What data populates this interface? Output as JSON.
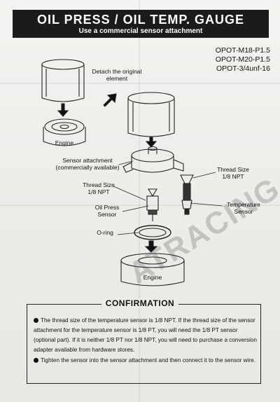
{
  "header": {
    "title": "OIL PRESS / OIL TEMP. GAUGE",
    "subtitle": "Use a commercial sensor attachment"
  },
  "models": [
    "OPOT-M18-P1.5",
    "OPOT-M20-P1.5",
    "OPOT-3/4unf-16"
  ],
  "labels": {
    "detach": "Detach the original element",
    "engine_top": "Engine",
    "sensor_attachment": "Sensor attachment (commercially available)",
    "thread_left": "Thread Size 1/8 NPT",
    "thread_right": "Thread Size 1/8 NPT",
    "oil_press_sensor": "Oil Press Sensor",
    "temp_sensor": "Temperature Sensor",
    "oring": "O-ring",
    "engine_bottom": "Engine"
  },
  "watermark": "ATRACING",
  "confirmation": {
    "title": "CONFIRMATION",
    "bullet1": "The thread size of the temperature sensor is 1/8 NPT.  If the thread size of the sensor attachment for the temperature sensor is 1/8 PT, you will need the 1/8 PT sensor (optional part). If it is neither 1/8 PT nor 1/8 NPT, you will need to purchase a conversion adapter available from hardware stores.",
    "bullet2": "Tighten the sensor into the sensor attachment and then connect it to the sensor wire."
  }
}
